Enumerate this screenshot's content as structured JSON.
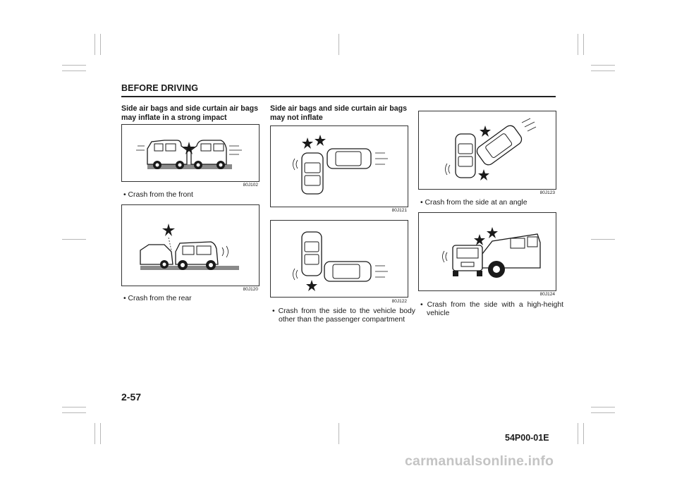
{
  "header": {
    "title": "BEFORE DRIVING"
  },
  "columns": [
    {
      "heading": "Side air bags and side curtain air bags may inflate in a strong impact",
      "figures": [
        {
          "code": "80J102",
          "caption": "Crash from the front",
          "icon": "front-collision-illustration"
        },
        {
          "code": "80J120",
          "caption": "Crash from the rear",
          "icon": "rear-collision-illustration"
        }
      ]
    },
    {
      "heading": "Side air bags and side curtain air bags may not inflate",
      "figures": [
        {
          "code": "80J121",
          "caption": "",
          "icon": "side-impact-front-section-illustration"
        },
        {
          "code": "80J122",
          "caption": "Crash from the side to the vehicle body other than the passenger compartment",
          "icon": "side-impact-rear-section-illustration"
        }
      ]
    },
    {
      "heading": "",
      "figures": [
        {
          "code": "80J123",
          "caption": "Crash from the side at an angle",
          "icon": "angled-side-impact-illustration"
        },
        {
          "code": "80J124",
          "caption": "Crash from the side with a high-height vehicle",
          "icon": "high-vehicle-side-impact-illustration"
        }
      ]
    }
  ],
  "footer": {
    "page_number": "2-57",
    "doc_id": "54P00-01E"
  },
  "watermark": "carmanualsonline.info",
  "colors": {
    "ink": "#1a1a1a",
    "ground": "#8a8a8a",
    "car_body": "#ffffff",
    "watermark": "#c4c4c4"
  }
}
